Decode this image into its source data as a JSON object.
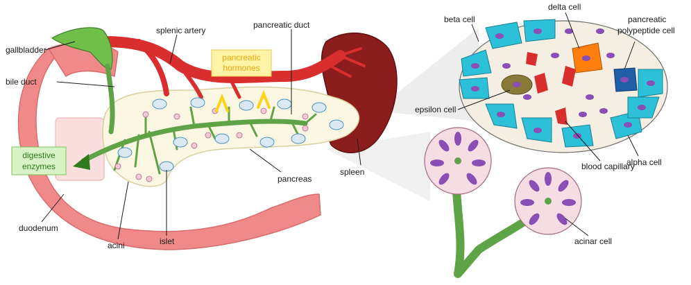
{
  "labels": {
    "gallbladder": "gallbladder",
    "splenic_artery": "splenic artery",
    "pancreatic_duct": "pancreatic duct",
    "bile_duct": "bile duct",
    "pancreatic_hormones_line1": "pancreatic",
    "pancreatic_hormones_line2": "hormones",
    "digestive_enzymes_line1": "digestive",
    "digestive_enzymes_line2": "enzymes",
    "spleen": "spleen",
    "pancreas": "pancreas",
    "duodenum": "duodenum",
    "acini": "acini",
    "islet": "islet",
    "beta_cell": "beta cell",
    "delta_cell": "delta cell",
    "pp_cell_line1": "pancreatic",
    "pp_cell_line2": "polypeptide cell",
    "epsilon_cell": "epsilon cell",
    "alpha_cell": "alpha cell",
    "blood_capillary": "blood capillary",
    "acinar_cell": "acinar cell"
  },
  "colors": {
    "duodenum": "#f08a8a",
    "duodenum_dark": "#d86b6b",
    "pancreas": "#fbf7e2",
    "artery": "#d92e2e",
    "spleen": "#8c1d1d",
    "duct": "#5fa347",
    "gallbladder": "#6fbf4a",
    "hormones_box": "#fff3a8",
    "hormones_text": "#f2a900",
    "enzymes_box": "#d8f3c6",
    "enzymes_text": "#2f7a1a",
    "alpha_cell": "#2cc0d9",
    "beta_cell": "#f5efe3",
    "delta_cell": "#ff7f0e",
    "pp_cell": "#1f5fa8",
    "epsilon_cell": "#8a7a3a",
    "nucleus": "#8a4fb5",
    "acinus": "#f5dde3"
  }
}
